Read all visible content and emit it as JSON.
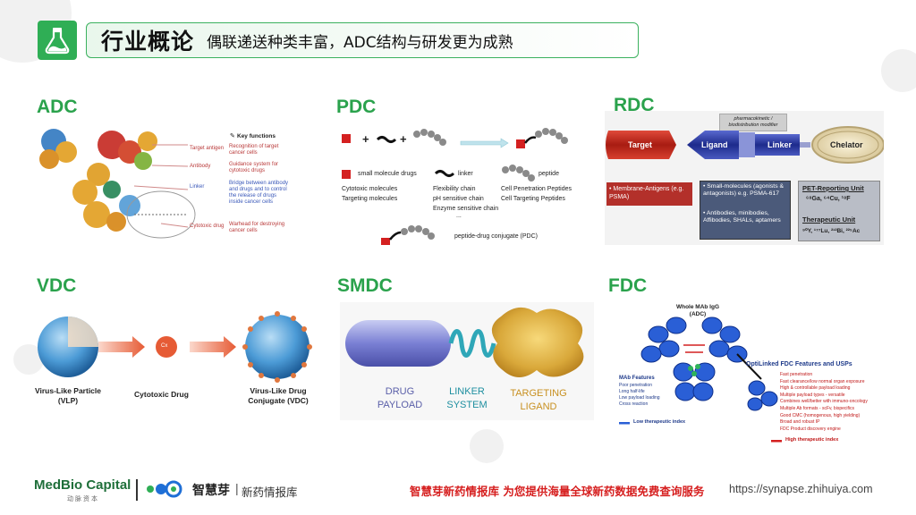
{
  "header": {
    "title": "行业概论",
    "subtitle": "偶联递送种类丰富，ADC结构与研发更为成熟"
  },
  "sections": {
    "adc": {
      "label": "ADC",
      "key_title": "Key functions",
      "rows": [
        {
          "name": "Target antigen",
          "desc": "Recognition of target cancer cells"
        },
        {
          "name": "Antibody",
          "desc": "Guidance system for cytotoxic drugs"
        },
        {
          "name": "Linker",
          "desc": "Bridge between antibody and drugs and to control the release of drugs inside cancer cells"
        },
        {
          "name": "Cytotoxic drug",
          "desc": "Warhead for destroying cancer cells"
        }
      ]
    },
    "pdc": {
      "label": "PDC",
      "legend_drug": "small molecule drugs",
      "legend_linker": "linker",
      "legend_peptide": "peptide",
      "col1": [
        "Cytotoxic molecules",
        "Targeting molecules"
      ],
      "col2": [
        "Flexibility chain",
        "pH sensitive chain",
        "Enzyme sensitive chain",
        "..."
      ],
      "col3": [
        "Cell Penetration Peptides",
        "Cell Targeting Peptides"
      ],
      "conjugate": "peptide-drug conjugate (PDC)",
      "plus": "+"
    },
    "rdc": {
      "label": "RDC",
      "pk_note": "pharmacokinetic / biodistribution modifier",
      "target": "Target",
      "ligand": "Ligand",
      "linker": "Linker",
      "chelator": "Chelator",
      "box1": "• Membrane-Antigens (e.g. PSMA)",
      "box2a": "• Small-molecules (agonists & antagonists) e.g. PSMA-617",
      "box2b": "• Antibodies, minibodies, Affibodies, SHALs, aptamers",
      "pet_title": "PET-Reporting Unit",
      "pet_iso": "⁶⁸Ga, ⁶⁴Cu, ¹⁸F",
      "ther_title": "Therapeutic Unit",
      "ther_iso": "⁹⁰Y, ¹⁷⁷Lu, ²¹²Bi, ²²⁵Ac"
    },
    "vdc": {
      "label": "VDC",
      "vlp": "Virus-Like Particle (VLP)",
      "drug": "Cytotoxic Drug",
      "drug_mark": "Cx",
      "conj": "Virus-Like Drug Conjugate (VDC)"
    },
    "smdc": {
      "label": "SMDC",
      "payload": "DRUG PAYLOAD",
      "linker": "LINKER SYSTEM",
      "ligand": "TARGETING LIGAND"
    },
    "fdc": {
      "label": "FDC",
      "whole": "Whole MAb IgG (ADC)",
      "mab_title": "MAb Features",
      "mab_items": [
        "Poor penetration",
        "Long half-life",
        "Low payload loading",
        "Cross reaction"
      ],
      "low_index": "Low therapeutic index",
      "opti_title": "OptiLinked FDC Features and USPs",
      "opti_items": [
        "Fast penetration",
        "Fast clearance/low normal organ exposure",
        "High & controllable payload loading",
        "Multiple payload types - versatile",
        "Combines well/better with immuno-oncology",
        "Multiple Ab formats - scFv, bispecifics",
        "Good CMC (homogenous, high yielding)",
        "Broad and robust IP",
        "FDC Product discovery engine"
      ],
      "high_index": "High therapeutic index"
    }
  },
  "footer": {
    "brand": "MedBio Capital",
    "brand_cn": "动脉资本",
    "partner": "智慧芽",
    "partner_sub": "新药情报库",
    "slogan": "智慧芽新药情报库 为您提供海量全球新药数据免费查询服务",
    "url": "https://synapse.zhihuiya.com"
  },
  "colors": {
    "brand_green": "#2aa24c",
    "title_border": "#3bb15e",
    "slogan_red": "#d61f1f"
  }
}
